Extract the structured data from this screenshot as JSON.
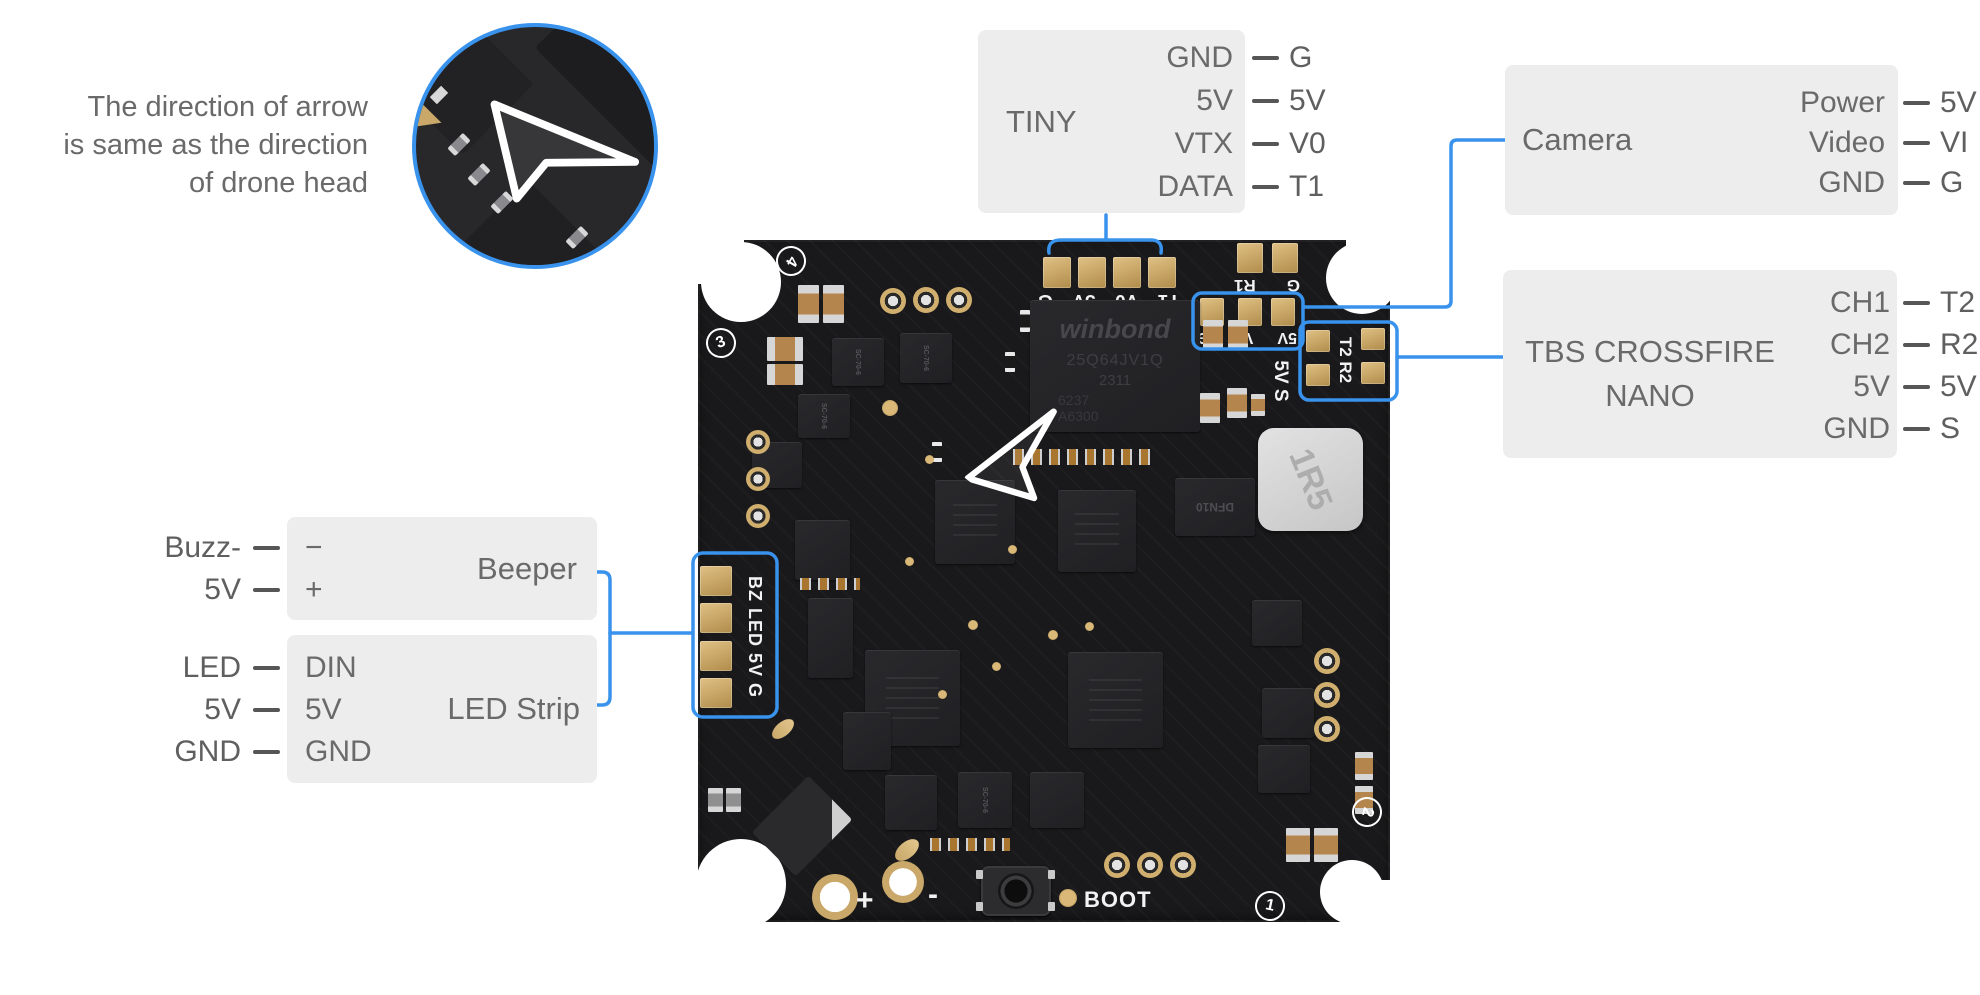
{
  "note": {
    "line1": "The direction of arrow",
    "line2": "is same as the direction",
    "line3": "of drone head"
  },
  "connectors": {
    "tiny": {
      "label": "TINY",
      "pins": [
        {
          "name": "GND",
          "pad": "G"
        },
        {
          "name": "5V",
          "pad": "5V"
        },
        {
          "name": "VTX",
          "pad": "V0"
        },
        {
          "name": "DATA",
          "pad": "T1"
        }
      ]
    },
    "camera": {
      "label": "Camera",
      "pins": [
        {
          "name": "Power",
          "pad": "5V"
        },
        {
          "name": "Video",
          "pad": "VI"
        },
        {
          "name": "GND",
          "pad": "G"
        }
      ]
    },
    "tbs": {
      "label_line1": "TBS CROSSFIRE",
      "label_line2": "NANO",
      "pins": [
        {
          "name": "CH1",
          "pad": "T2"
        },
        {
          "name": "CH2",
          "pad": "R2"
        },
        {
          "name": "5V",
          "pad": "5V"
        },
        {
          "name": "GND",
          "pad": "S"
        }
      ]
    },
    "beeper": {
      "label": "Beeper",
      "pins": [
        {
          "external": "Buzz-",
          "name": "−"
        },
        {
          "external": "5V",
          "name": "+"
        }
      ]
    },
    "led_strip": {
      "label": "LED Strip",
      "pins": [
        {
          "external": "LED",
          "name": "DIN"
        },
        {
          "external": "5V",
          "name": "5V"
        },
        {
          "external": "GND",
          "name": "GND"
        }
      ]
    }
  },
  "board": {
    "silkscreen": {
      "uart_pads": [
        "T1",
        "V0",
        "5V",
        "G"
      ],
      "r1_pads": [
        "G",
        "R1"
      ],
      "camera_pads": [
        "5V",
        "V1",
        "G"
      ],
      "vtx_label": "5V S",
      "crossfire_label": "T2 R2",
      "left_pads_label": "BZ LED 5V G",
      "boot": "BOOT",
      "plus": "+",
      "minus": "-",
      "corner_1": "1",
      "corner_2": "2",
      "corner_3": "3",
      "corner_4": "4"
    },
    "chips": {
      "flash_brand": "winbond",
      "flash_part": "25Q64JV1Q",
      "flash_date": "2311",
      "flash_lot1": "6237",
      "flash_lot2": "A6300",
      "inductor": "1R5",
      "dfn": "DFN10",
      "sot": "SC-70-6"
    }
  },
  "colors": {
    "accent_blue": "#3992ec",
    "box_bg": "#ededed",
    "label_text": "#6a6a6a",
    "board_black": "#19191b",
    "pad_gold": "#c9a86a",
    "silkscreen_white": "#f2f2f2"
  }
}
